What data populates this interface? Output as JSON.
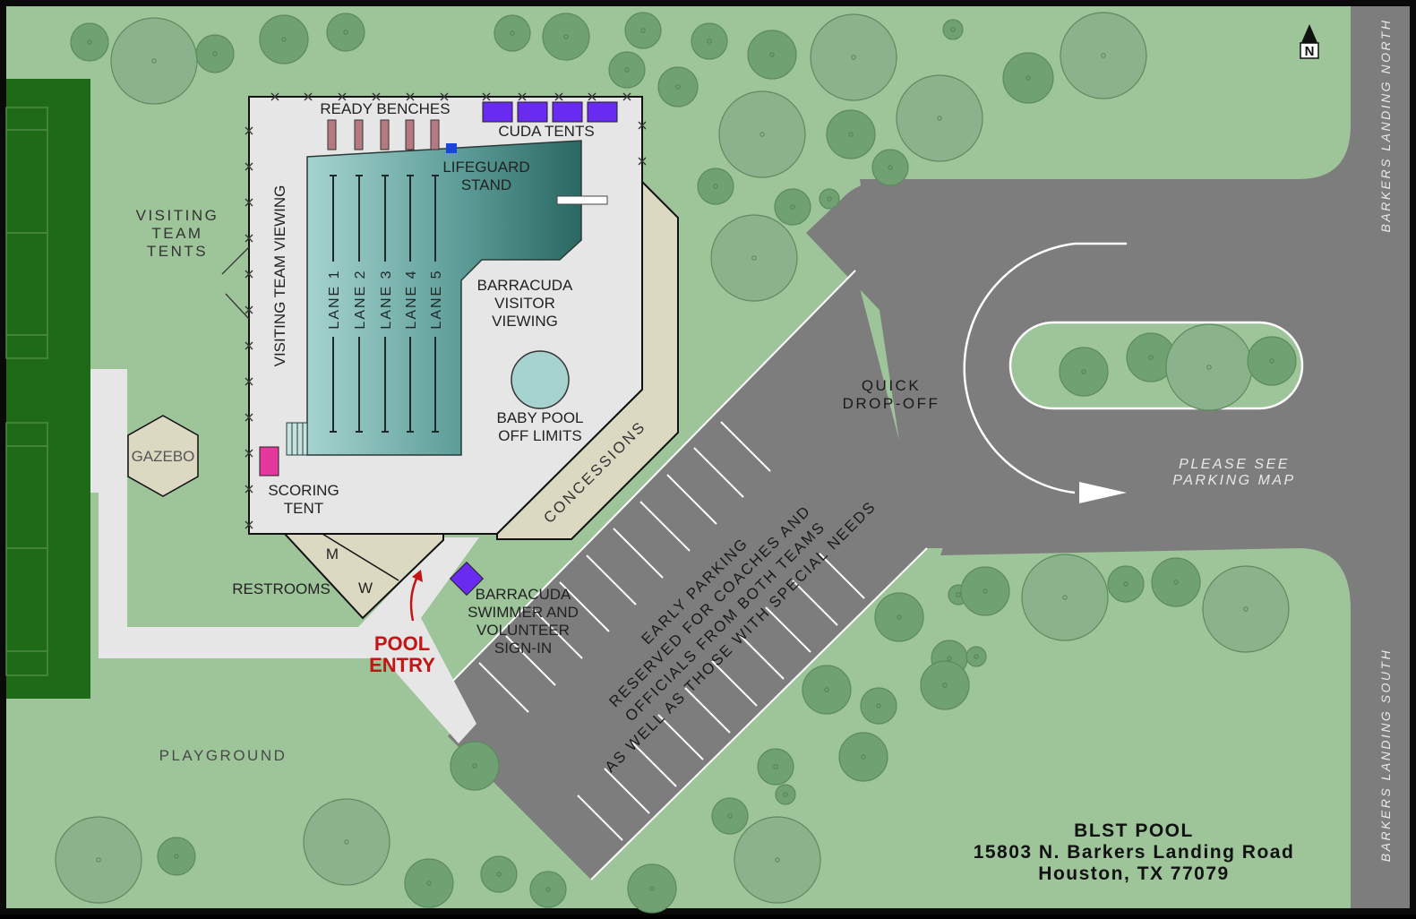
{
  "colors": {
    "grass": "#9ec49a",
    "field": "#1e6a17",
    "asphalt": "#7d7d7d",
    "deck": "#e6e6e6",
    "pool_light": "#9fcfcc",
    "pool_dark": "#2d6f6a",
    "concessions": "#dcd9c2",
    "tree": "#8bb38b",
    "tree_dark": "#6fa172",
    "tent_purple": "#6a2bf0",
    "scoring_pink": "#e5389f",
    "lifeguard_blue": "#1a46d6",
    "bench": "#b57a7f",
    "entry_red": "#c41414"
  },
  "icons": [
    "north-arrow-icon",
    "direction-arrow-icon",
    "tree-icon",
    "entry-arrow-icon"
  ],
  "labels": {
    "north": "N",
    "ready_benches": "READY BENCHES",
    "cuda_tents": "CUDA TENTS",
    "lifeguard_line1": "LIFEGUARD",
    "lifeguard_line2": "STAND",
    "visiting_tents_line1": "VISITING",
    "visiting_tents_line2": "TEAM",
    "visiting_tents_line3": "TENTS",
    "visiting_viewing": "VISITING TEAM VIEWING",
    "lanes": [
      "LANE 1",
      "LANE 2",
      "LANE 3",
      "LANE 4",
      "LANE 5"
    ],
    "barracuda_viewing_line1": "BARRACUDA",
    "barracuda_viewing_line2": "VISITOR",
    "barracuda_viewing_line3": "VIEWING",
    "baby_pool_line1": "BABY POOL",
    "baby_pool_line2": "OFF LIMITS",
    "gazebo": "GAZEBO",
    "scoring_line1": "SCORING",
    "scoring_line2": "TENT",
    "concessions": "CONCESSIONS",
    "men": "M",
    "women": "W",
    "restrooms": "RESTROOMS",
    "pool_entry_line1": "POOL",
    "pool_entry_line2": "ENTRY",
    "signin_line1": "BARRACUDA",
    "signin_line2": "SWIMMER AND",
    "signin_line3": "VOLUNTEER",
    "signin_line4": "SIGN-IN",
    "quick_line1": "QUICK",
    "quick_line2": "DROP-OFF",
    "parking_map_line1": "PLEASE SEE",
    "parking_map_line2": "PARKING MAP",
    "early_line1": "EARLY PARKING",
    "early_line2": "RESERVED FOR COACHES AND",
    "early_line3": "OFFICIALS FROM BOTH TEAMS",
    "early_line4": "AS WELL AS THOSE WITH SPECIAL NEEDS",
    "playground": "PLAYGROUND",
    "road_north": "BARKERS LANDING NORTH",
    "road_south": "BARKERS LANDING SOUTH",
    "addr_line1": "BLST POOL",
    "addr_line2": "15803 N. Barkers Landing Road",
    "addr_line3": "Houston, TX 77079"
  }
}
